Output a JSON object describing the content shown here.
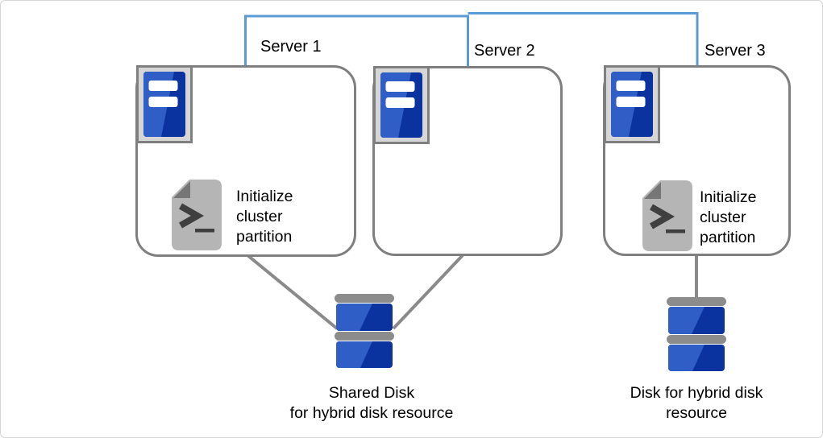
{
  "colors": {
    "connector-blue": "#5B9BD5",
    "connector-gray": "#8A8A8A",
    "box-border": "#7F7F7F",
    "icon-frame": "#D6D6D6",
    "icon-frame-border": "#7F7F7F",
    "server-blue-light": "#2E5EC6",
    "server-blue-dark": "#0A33A0",
    "cap-gray": "#8C8C8C",
    "doc-gray": "#B5B5B5",
    "doc-fold": "#767676",
    "doc-glyph": "#3F3F3F",
    "text-color": "#000000",
    "canvas-border": "#D4D4D4",
    "canvas-bg": "#FFFFFF"
  },
  "servers": [
    {
      "label": "Server 1",
      "script": {
        "lines": [
          "Initialize",
          "cluster",
          "partition"
        ]
      }
    },
    {
      "label": "Server 2"
    },
    {
      "label": "Server 3",
      "script": {
        "lines": [
          "Initialize",
          "cluster",
          "partition"
        ]
      }
    }
  ],
  "disks": {
    "shared": {
      "lines": [
        "Shared Disk",
        "for hybrid disk resource"
      ]
    },
    "hybrid": {
      "lines": [
        "Disk for hybrid disk",
        "resource"
      ]
    }
  }
}
